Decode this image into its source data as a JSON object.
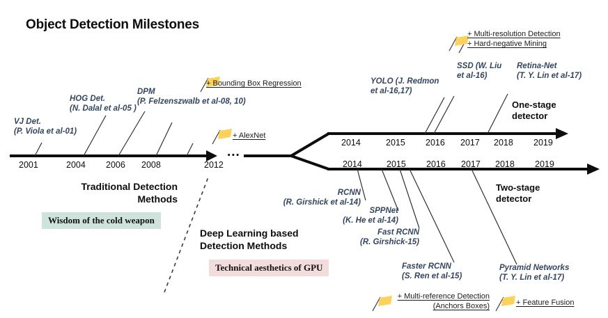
{
  "title": "Object Detection Milestones",
  "traditional": {
    "group_label_line1": "Traditional Detection",
    "group_label_line2": "Methods",
    "tag": "Wisdom of the cold weapon",
    "years": [
      "2001",
      "2004",
      "2006",
      "2008",
      "2012"
    ],
    "ellipsis": "...",
    "milestones": [
      {
        "line1": "VJ Det.",
        "line2": "(P. Viola et al-01)"
      },
      {
        "line1": "HOG Det.",
        "line2": "(N. Dalal et al-05 )"
      },
      {
        "line1": "DPM",
        "line2": "(P. Felzenszwalb et al-08, 10)"
      }
    ],
    "flags": [
      {
        "lines": [
          "+ Bounding Box Regression"
        ]
      },
      {
        "lines": [
          "+ AlexNet"
        ]
      }
    ]
  },
  "deep_learning": {
    "group_label_line1": "Deep Learning based",
    "group_label_line2": "Detection Methods",
    "tag": "Technical aesthetics of GPU"
  },
  "one_stage": {
    "stage_label_line1": "One-stage",
    "stage_label_line2": "detector",
    "years": [
      "2014",
      "2015",
      "2016",
      "2017",
      "2018",
      "2019"
    ],
    "milestones": [
      {
        "line1": "YOLO (J. Redmon",
        "line2": "et al-16,17)"
      },
      {
        "line1": "SSD (W. Liu",
        "line2": "et al-16)"
      },
      {
        "line1": "Retina-Net",
        "line2": "(T. Y. Lin et al-17)"
      }
    ],
    "flags": [
      {
        "lines": [
          "+ Multi-resolution Detection",
          "+ Hard-negative Mining"
        ]
      }
    ]
  },
  "two_stage": {
    "stage_label_line1": "Two-stage",
    "stage_label_line2": "detector",
    "years": [
      "2014",
      "2015",
      "2016",
      "2017",
      "2018",
      "2019"
    ],
    "milestones": [
      {
        "line1": "RCNN",
        "line2": "(R. Girshick et al-14)"
      },
      {
        "line1": "SPPNet",
        "line2": "(K. He et al-14)"
      },
      {
        "line1": "Fast RCNN",
        "line2": "(R. Girshick-15)"
      },
      {
        "line1": "Faster RCNN",
        "line2": "(S. Ren et al-15)"
      },
      {
        "line1": "Pyramid Networks",
        "line2": "(T. Y. Lin et al-17)"
      }
    ],
    "flags": [
      {
        "lines": [
          "+ Multi-reference Detection",
          "(Anchors Boxes)"
        ]
      },
      {
        "lines": [
          "+ Feature Fusion"
        ]
      }
    ]
  },
  "colors": {
    "milestone_text": "#34465e",
    "flag": "#fcd25c",
    "teal_tag": "#cde3dc",
    "pink_tag": "#f3dcdc",
    "axis": "#0d0d0d"
  }
}
